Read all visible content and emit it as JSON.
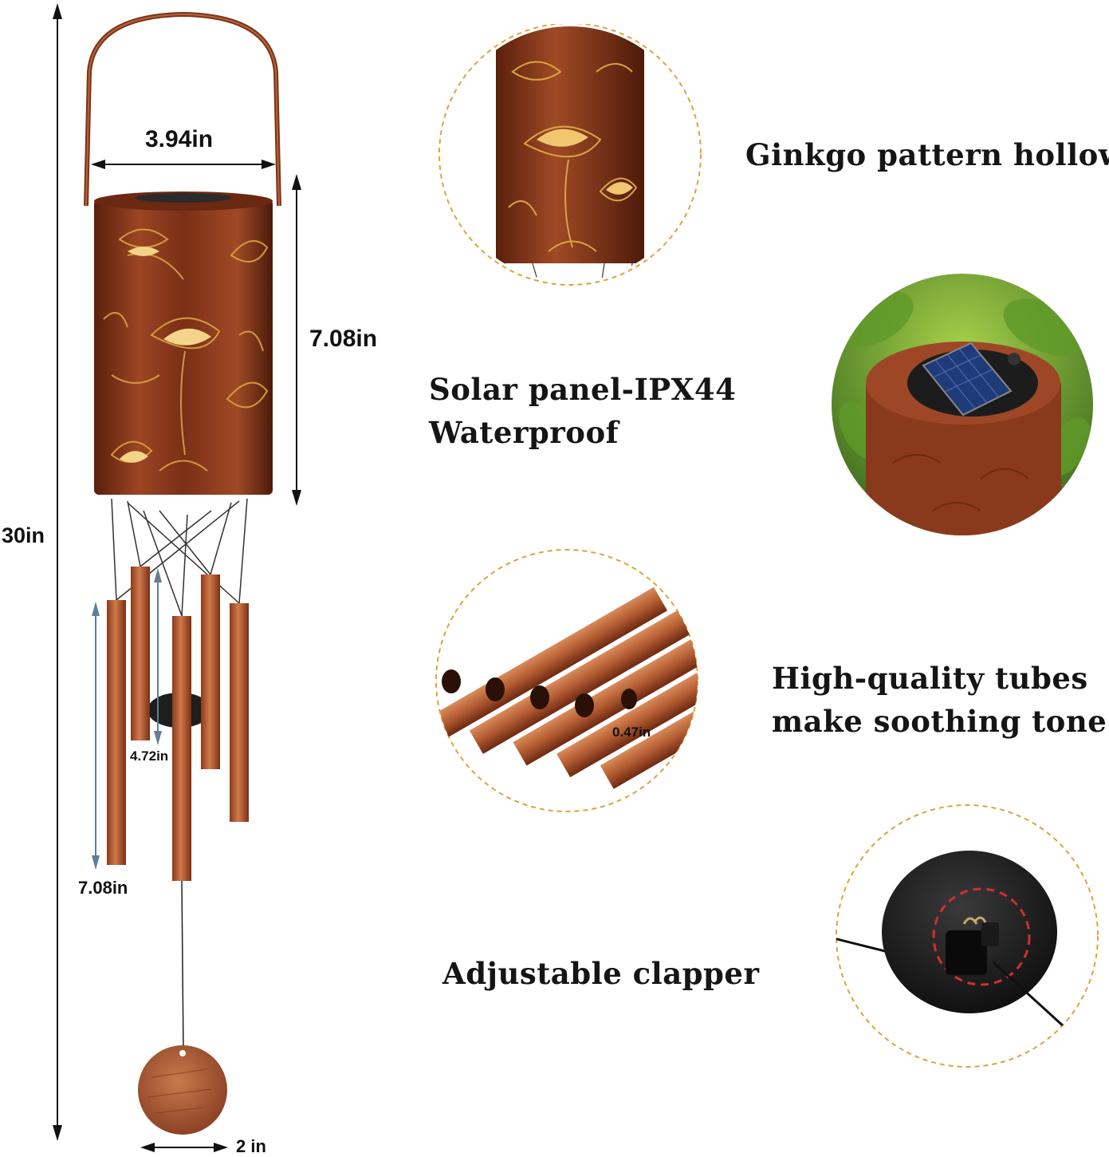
{
  "dimensions": {
    "total_height": "30in",
    "lantern_width": "3.94in",
    "lantern_height": "7.08in",
    "short_tube": "4.72in",
    "long_tube": "7.08in",
    "pendant_width": "2 in",
    "tube_diameter": "0.47in"
  },
  "features": [
    {
      "caption": "Ginkgo pattern hollow"
    },
    {
      "caption_line1": "Solar panel-IPX44",
      "caption_line2": "Waterproof"
    },
    {
      "caption_line1": "High-quality tubes",
      "caption_line2": "make soothing tone"
    },
    {
      "caption": "Adjustable clapper"
    }
  ],
  "colors": {
    "copper": "#8a3a1c",
    "copper_light": "#c26a3e",
    "copper_dark": "#4e1a0a",
    "gold_pattern": "#d9a441",
    "dashed_ring": "#e2a23a",
    "arrow": "#111111",
    "tube_arrow": "#5f7f95"
  }
}
